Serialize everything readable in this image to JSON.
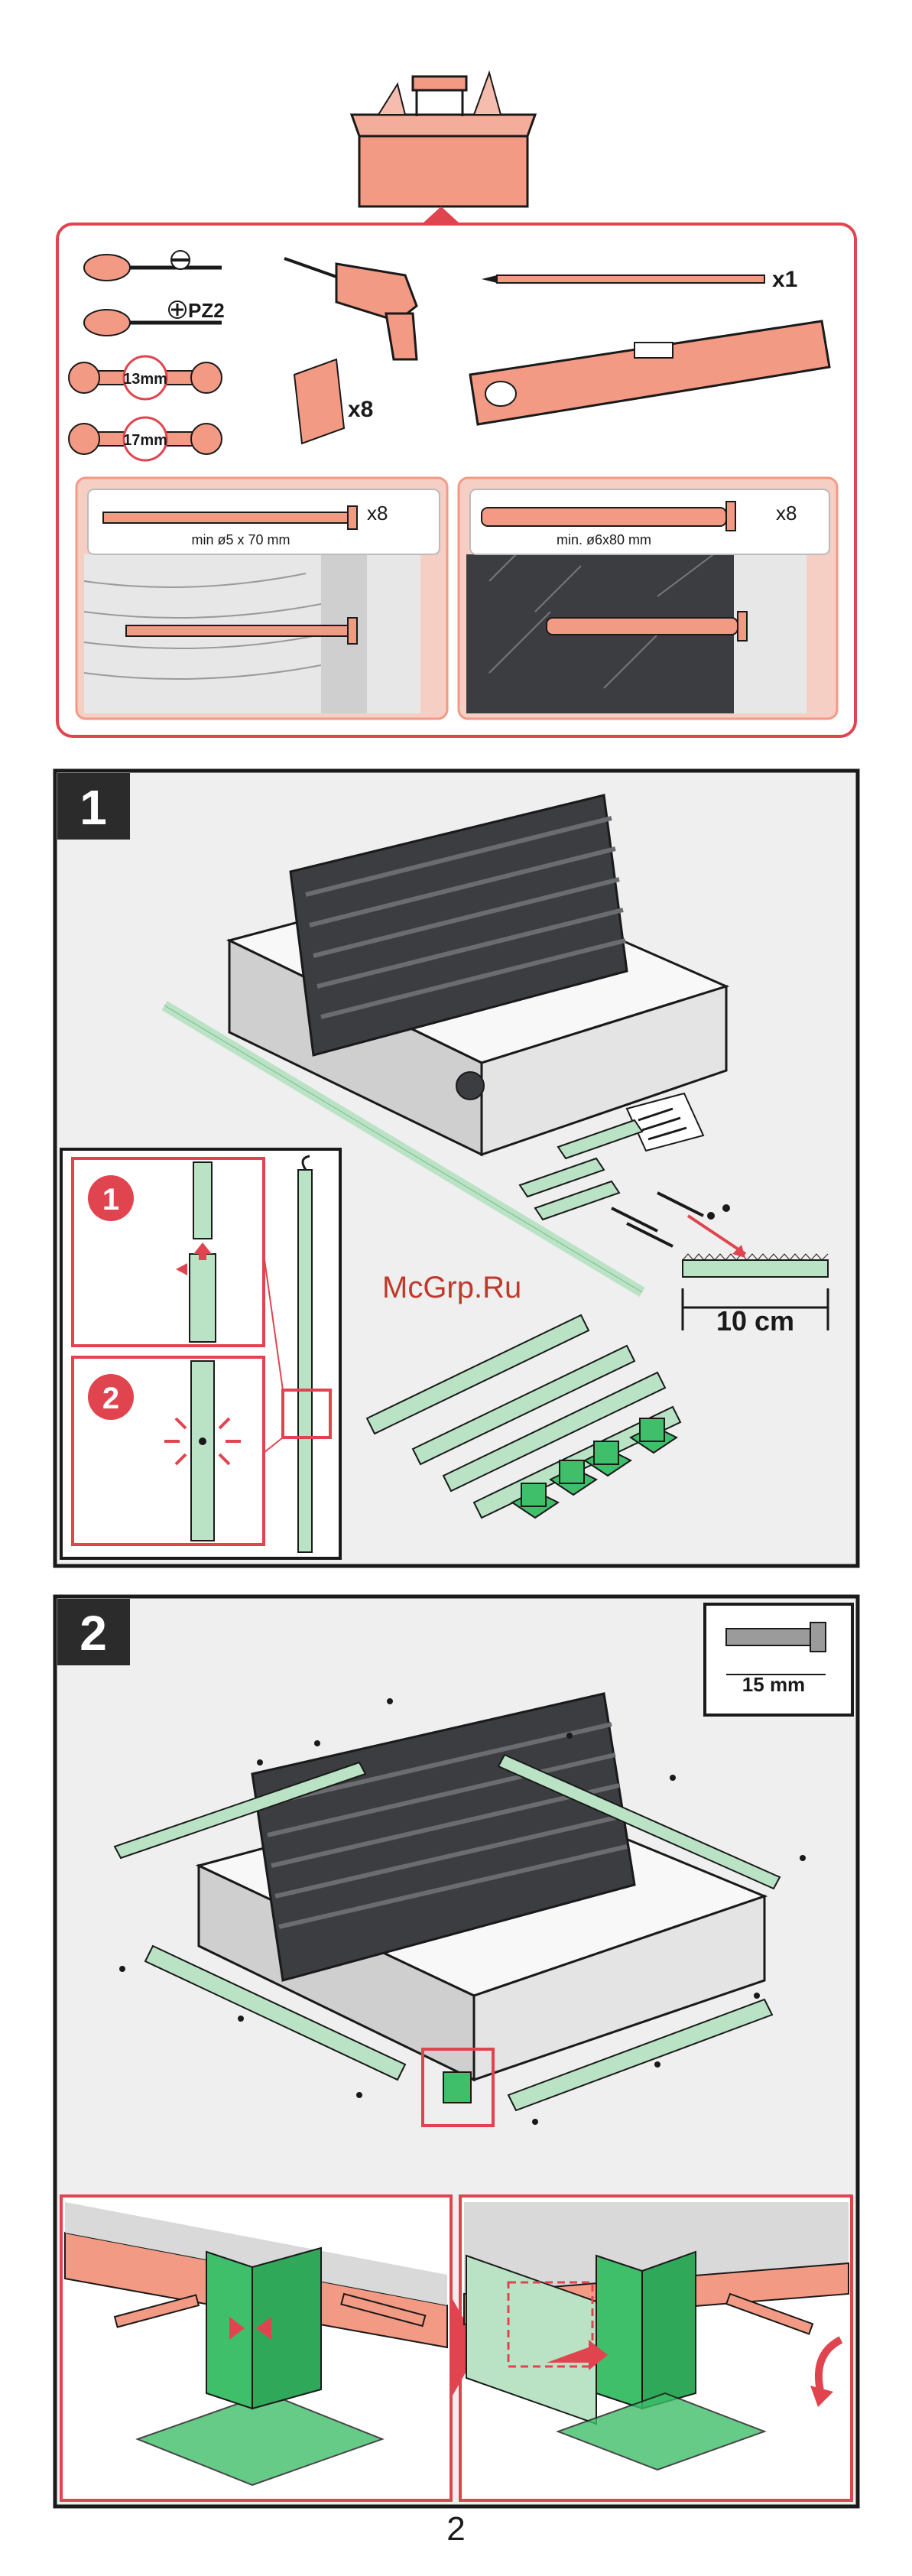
{
  "tools": {
    "drill_bit_qty": "x1",
    "wedge_qty": "x8",
    "screwdriver_phillips_label": "PZ2",
    "wrench_small_label": "13mm",
    "wrench_large_label": "17mm"
  },
  "wood_fastener": {
    "qty": "x8",
    "spec": "min ø5 x 70 mm"
  },
  "concrete_fastener": {
    "qty": "x8",
    "spec": "min. ø6x80 mm"
  },
  "step1": {
    "number": "1",
    "substep_a": "1",
    "substep_b": "2",
    "watermark": "McGrp.Ru",
    "cut_length": "10 cm"
  },
  "step2": {
    "number": "2",
    "screw_length": "15 mm"
  },
  "page_number": "2",
  "colors": {
    "salmon": "#f39a84",
    "red_outline": "#e0454f",
    "green_light": "#b9e3c4",
    "green_dark": "#3fbf6a",
    "ladder_dark": "#3b3d41"
  }
}
